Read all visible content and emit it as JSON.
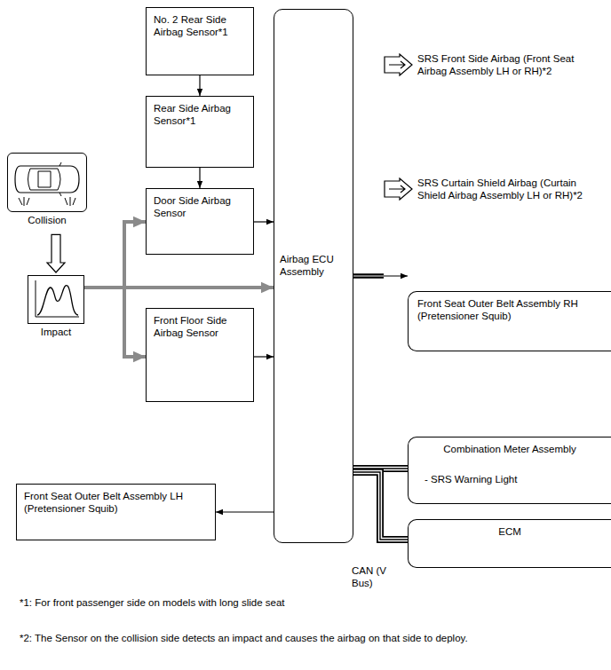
{
  "diagram": {
    "nodes": [
      {
        "text": [
          "No. 2 Rear Side Airbag Sensor*1"
        ]
      },
      {
        "text": [
          "Rear Side Airbag Sensor*1"
        ]
      },
      {
        "text": [
          "Collision"
        ]
      },
      {
        "text": [
          "Impact"
        ]
      },
      {
        "text": [
          "Door Side Airbag Sensor"
        ]
      },
      {
        "text": [
          "Airbag ECU Assembly"
        ]
      },
      {
        "text": [
          "Front Floor Side Airbag Sensor"
        ]
      },
      {
        "text": [
          "SRS Front Side Airbag (Front Seat Airbag Assembly LH or RH)*2"
        ]
      },
      {
        "text": [
          "SRS Curtain Shield Airbag (Curtain Shield Airbag Assembly LH or RH)*2"
        ]
      },
      {
        "text": [
          "Front Seat Outer Belt Assembly RH (Pretensioner Squib)"
        ]
      },
      {
        "text": [
          "Combination Meter Assembly",
          "- SRS Warning Light"
        ]
      },
      {
        "text": [
          "ECM"
        ]
      },
      {
        "text": [
          "Front Seat Outer Belt Assembly LH (Pretensioner Squib)"
        ]
      }
    ],
    "edges": [
      {
        "from": 0,
        "to": 1,
        "arrow": "to"
      },
      {
        "from": 1,
        "to": 4,
        "arrow": "to"
      },
      {
        "from": 2,
        "to": 3,
        "arrow": "to"
      },
      {
        "from": 3,
        "to": 4,
        "arrow": "to"
      },
      {
        "from": 3,
        "to": 5,
        "arrow": "to"
      },
      {
        "from": 3,
        "to": 6,
        "arrow": "to"
      },
      {
        "from": 4,
        "to": 5,
        "arrow": "to"
      },
      {
        "from": 6,
        "to": 5,
        "arrow": "to"
      },
      {
        "from": 5,
        "to": 7,
        "arrow": "none"
      },
      {
        "from": 5,
        "to": 8,
        "arrow": "none"
      },
      {
        "from": 5,
        "to": 9,
        "arrow": "to"
      },
      {
        "from": 5,
        "to": 10,
        "arrow": "none"
      },
      {
        "from": 5,
        "to": 11,
        "arrow": "none"
      },
      {
        "from": 5,
        "to": 12,
        "arrow": "to"
      }
    ],
    "labels": [
      "CAN (V Bus)",
      "*1: For front passenger side on models with long slide seat",
      "*2: The Sensor on the collision side detects an impact and causes the airbag on that side to deploy."
    ]
  }
}
